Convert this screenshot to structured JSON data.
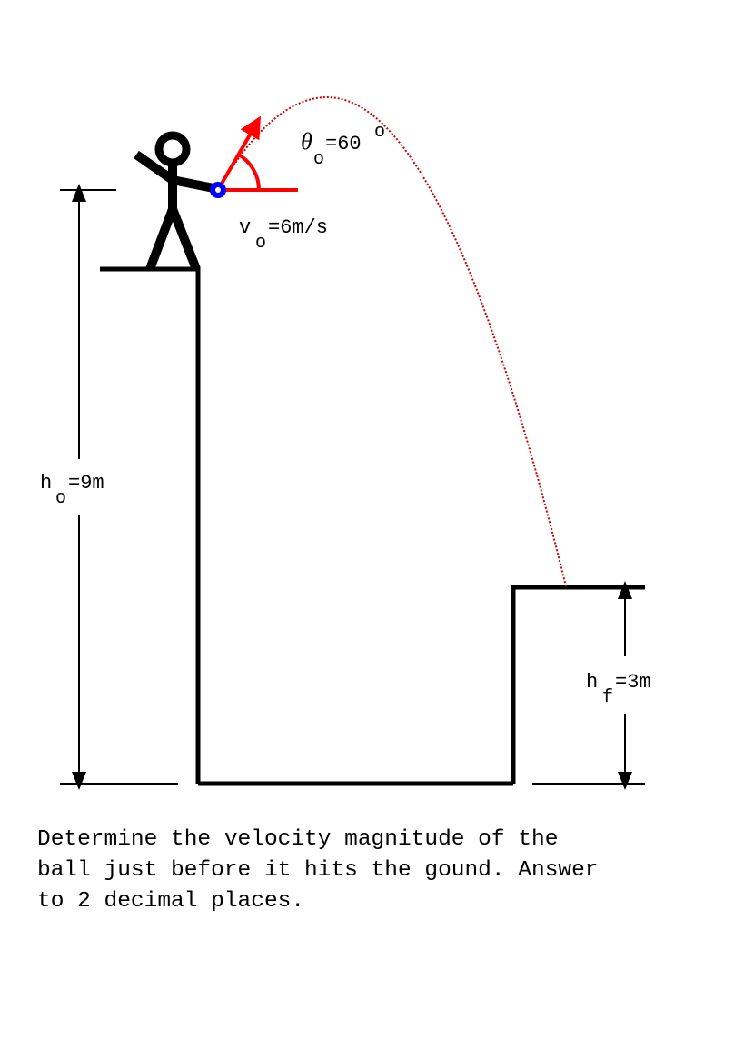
{
  "labels": {
    "theta_symbol": "θ",
    "theta_sub": "o",
    "theta_value": "=60",
    "degree_symbol": "o",
    "v_symbol": "v",
    "v_sub": "o",
    "v_value": "=6m/s",
    "h0_symbol": "h",
    "h0_sub": "o",
    "h0_value": "=9m",
    "hf_symbol": "h",
    "hf_sub": "f",
    "hf_value": "=3m"
  },
  "question": "Determine the velocity magnitude of the\nball just before it hits the gound. Answer\nto 2 decimal places.",
  "colors": {
    "ball": "#0000ff",
    "vector": "#ff0000",
    "trajectory": "#cc0000",
    "ink": "#000000"
  }
}
